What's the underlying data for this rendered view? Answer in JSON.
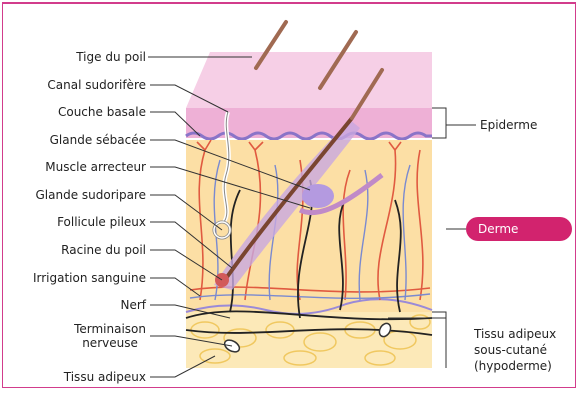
{
  "labels_left": [
    {
      "id": "tige",
      "text": "Tige du poil"
    },
    {
      "id": "canal",
      "text": "Canal sudorifère"
    },
    {
      "id": "basale",
      "text": "Couche basale"
    },
    {
      "id": "sebacee",
      "text": "Glande sébacée"
    },
    {
      "id": "muscle",
      "text": "Muscle arrecteur"
    },
    {
      "id": "sudoripare",
      "text": "Glande sudoripare"
    },
    {
      "id": "follicule",
      "text": "Follicule pileux"
    },
    {
      "id": "racine",
      "text": "Racine du poil"
    },
    {
      "id": "irrigation",
      "text": "Irrigation sanguine"
    },
    {
      "id": "nerf",
      "text": "Nerf"
    },
    {
      "id": "terminaison",
      "text": "Terminaison\nnerveuse"
    },
    {
      "id": "adipeux",
      "text": "Tissu adipeux"
    }
  ],
  "labels_right": {
    "epiderme": "Epiderme",
    "derme": "Derme",
    "hypoderme": "Tissu adipeux\nsous-cutané\n(hypoderme)"
  },
  "colors": {
    "frame": "#d23c8c",
    "accent": "#d2236e",
    "epidermis": "#f0b4d7",
    "dermis": "#fce0a6",
    "hypodermis": "#fbe9b5",
    "vessel": "#e05a40",
    "vein": "#7a8ad0",
    "nerve": "#222222",
    "hair": "#7a4530"
  }
}
